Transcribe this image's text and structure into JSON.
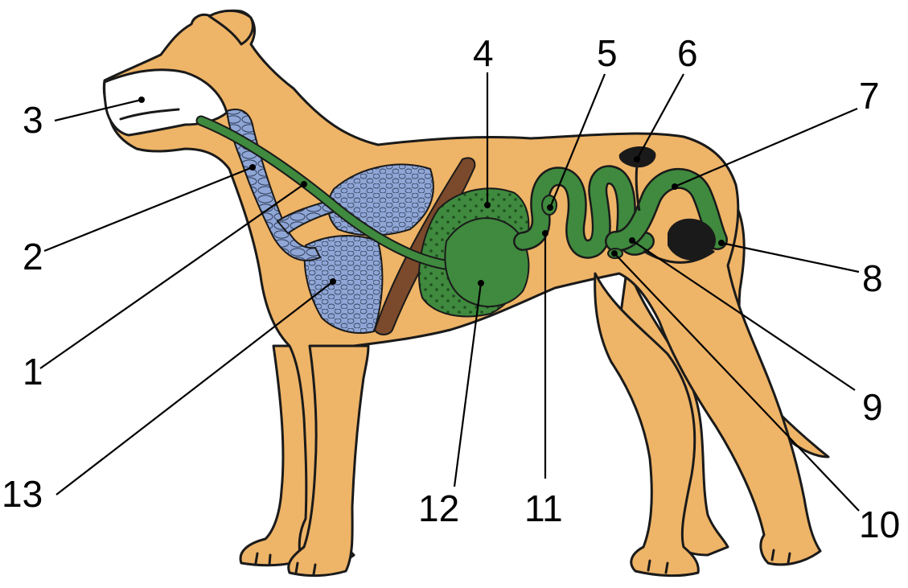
{
  "diagram": {
    "colors": {
      "body": "#eeb467",
      "digestive": "#3f8a3e",
      "digestive_dark": "#1f4f20",
      "lungs": "#8fa6d6",
      "diaphragm": "#7b4a2c",
      "organ_dark": "#1a1a1a",
      "mouth": "#ffffff"
    },
    "labels": [
      {
        "id": "1",
        "text": "1"
      },
      {
        "id": "2",
        "text": "2"
      },
      {
        "id": "3",
        "text": "3"
      },
      {
        "id": "4",
        "text": "4"
      },
      {
        "id": "5",
        "text": "5"
      },
      {
        "id": "6",
        "text": "6"
      },
      {
        "id": "7",
        "text": "7"
      },
      {
        "id": "8",
        "text": "8"
      },
      {
        "id": "9",
        "text": "9"
      },
      {
        "id": "10",
        "text": "10"
      },
      {
        "id": "11",
        "text": "11"
      },
      {
        "id": "12",
        "text": "12"
      },
      {
        "id": "13",
        "text": "13"
      }
    ]
  }
}
